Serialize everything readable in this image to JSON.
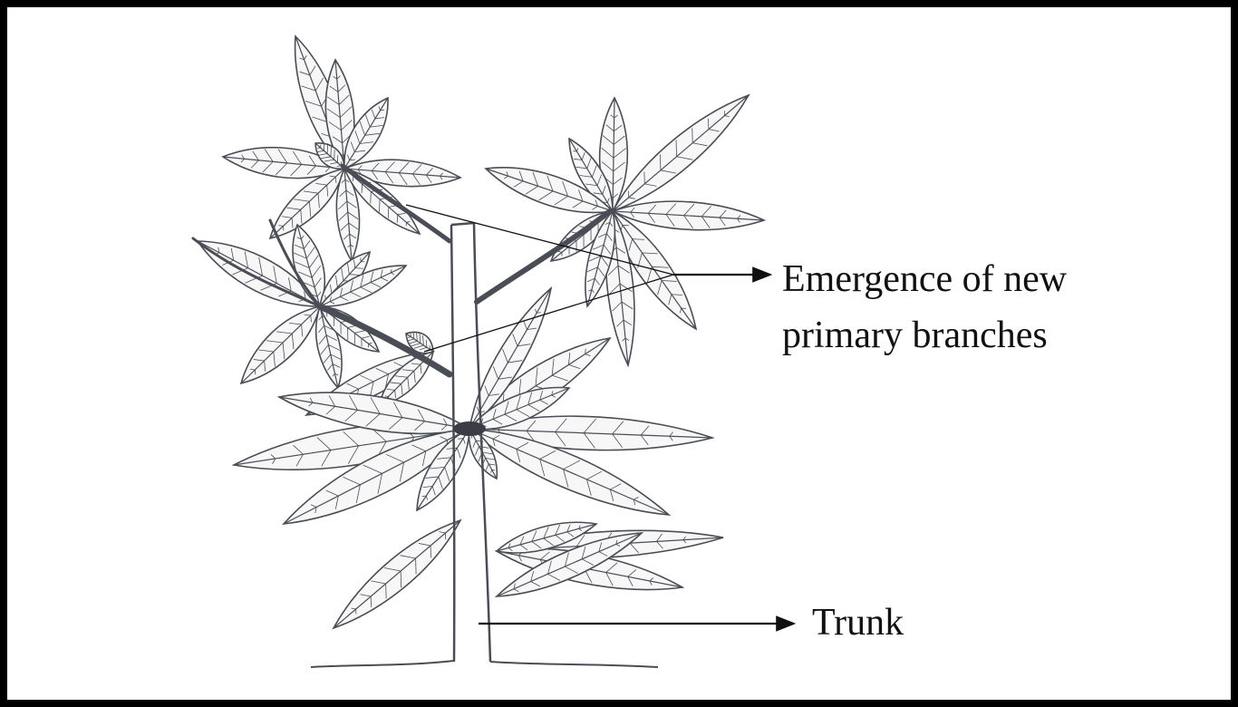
{
  "diagram": {
    "labels": {
      "branches_line1": "Emergence of new",
      "branches_line2": "primary branches",
      "trunk": "Trunk"
    },
    "colors": {
      "background": "#ffffff",
      "border": "#000000",
      "ink": "#4a4d55",
      "leaf_fill": "#f7f7f7",
      "pointer": "#111111"
    }
  }
}
